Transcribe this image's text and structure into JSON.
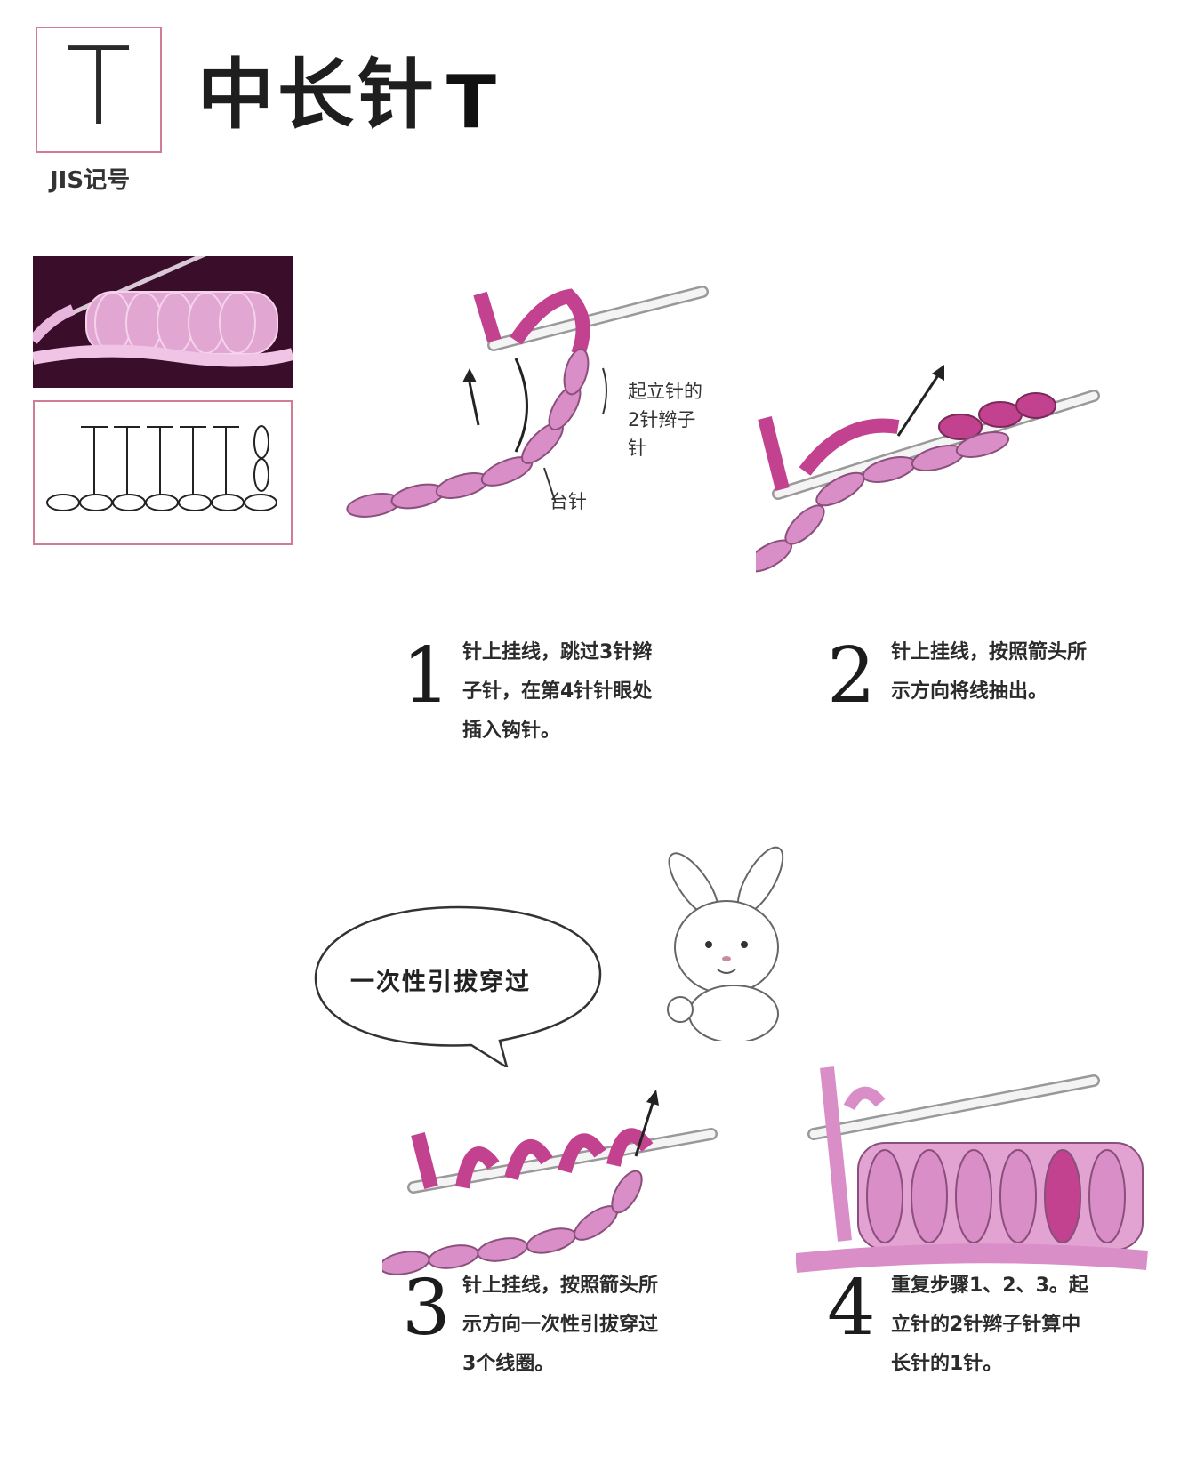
{
  "header": {
    "symbol": "T",
    "symbol_caption": "JIS记号",
    "title": "中长针",
    "title_symbol": "T"
  },
  "annotations": {
    "chain_label_line1": "起立针的",
    "chain_label_line2": "2针辫子",
    "chain_label_line3": "针",
    "base_label": "台针"
  },
  "bubble": {
    "text": "一次性引拔穿过"
  },
  "steps": [
    {
      "number": "1",
      "lines": [
        "针上挂线，跳过3针辫",
        "子针，在第4针针眼处",
        "插入钩针。"
      ]
    },
    {
      "number": "2",
      "lines": [
        "针上挂线，按照箭头所",
        "示方向将线抽出。"
      ]
    },
    {
      "number": "3",
      "lines": [
        "针上挂线，按照箭头所",
        "示方向一次性引拔穿过",
        "3个线圈。"
      ]
    },
    {
      "number": "4",
      "lines": [
        "重复步骤1、2、3。起",
        "立针的2针辫子针算中",
        "长针的1针。"
      ]
    }
  ],
  "colors": {
    "yarn_light": "#d98ec8",
    "yarn_dark": "#c2428f",
    "frame": "#d07c93",
    "photo_bg": "#3a0d2a"
  }
}
